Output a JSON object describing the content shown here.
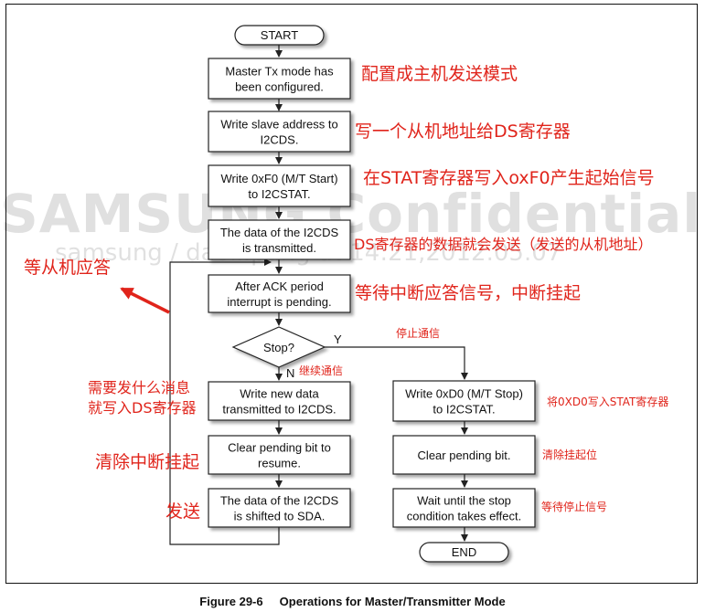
{
  "watermark": {
    "line1": "SAMSUNG Confidential",
    "line2": "samsung / daoli.pang at 14:21,2012.05.07"
  },
  "flow": {
    "start": "START",
    "end": "END",
    "decision": "Stop?",
    "yes_label": "Y",
    "no_label": "N",
    "steps": [
      [
        "Master Tx mode has",
        "been configured."
      ],
      [
        "Write slave address to",
        "I2CDS."
      ],
      [
        "Write 0xF0 (M/T Start)",
        "to I2CSTAT."
      ],
      [
        "The data of the I2CDS",
        "is transmitted."
      ],
      [
        "After ACK period",
        "interrupt is pending."
      ],
      [
        "Write new data",
        "transmitted to I2CDS."
      ],
      [
        "Clear pending bit to",
        "resume."
      ],
      [
        "The data of the I2CDS",
        "is shifted to SDA."
      ]
    ],
    "stop_steps": [
      [
        "Write 0xD0 (M/T Stop)",
        "to I2CSTAT."
      ],
      [
        "Clear pending bit."
      ],
      [
        "Wait until the stop",
        "condition takes effect."
      ]
    ]
  },
  "annotations": {
    "config_master": "配置成主机发送模式",
    "write_slave_addr": "写一个从机地址给DS寄存器",
    "write_stat": "在STAT寄存器写入oxF0产生起始信号",
    "ds_send": "DS寄存器的数据就会发送（发送的从机地址）",
    "wait_slave_ack": "等从机应答",
    "wait_interrupt": "等待中断应答信号，中断挂起",
    "stop_comm": "停止通信",
    "continue_comm": "继续通信",
    "write_ds_line1": "需要发什么消息",
    "write_ds_line2": "就写入DS寄存器",
    "write_d0": "将0XD0写入STAT寄存器",
    "clear_pending": "清除中断挂起",
    "clear_pending_bit": "清除挂起位",
    "send": "发送",
    "wait_stop": "等待停止信号"
  },
  "caption": "Figure 29-6     Operations for Master/Transmitter Mode",
  "colors": {
    "annotation": "#e0241b",
    "line": "#222222",
    "box_fill": "#ffffff"
  }
}
